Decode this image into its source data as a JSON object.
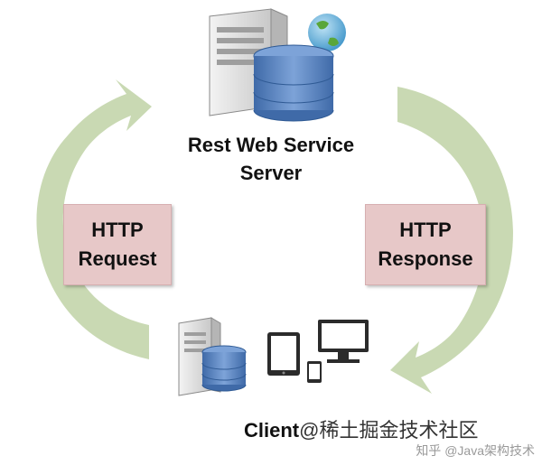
{
  "server": {
    "title_line1": "Rest Web Service",
    "title_line2": "Server"
  },
  "request": {
    "line1": "HTTP",
    "line2": "Request"
  },
  "response": {
    "line1": "HTTP",
    "line2": "Response"
  },
  "client": {
    "label": "Client",
    "watermark": "@稀土掘金技术社区"
  },
  "watermark_right": "知乎 @Java架构技术",
  "colors": {
    "arrow": "#c9d9b3",
    "box": "#e7c8c8",
    "db_blue": "#4d78b7",
    "server_gray": "#d9d9d9"
  }
}
